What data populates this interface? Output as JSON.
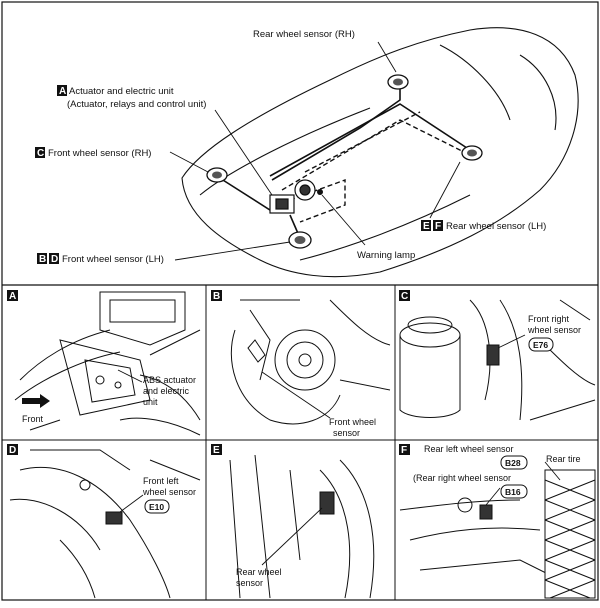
{
  "overview": {
    "rear_rh": "Rear wheel sensor (RH)",
    "actuator_letter": "A",
    "actuator_line1": "Actuator and electric unit",
    "actuator_line2": "(Actuator, relays and control unit)",
    "front_rh_letter": "C",
    "front_rh": "Front wheel sensor (RH)",
    "rear_lh_letters": [
      "E",
      "F"
    ],
    "rear_lh": "Rear wheel sensor (LH)",
    "front_lh_letters": [
      "B",
      "D"
    ],
    "front_lh": "Front wheel sensor (LH)",
    "warning_lamp": "Warning lamp"
  },
  "panels": {
    "A": {
      "letter": "A",
      "label_line1": "ABS actuator",
      "label_line2": "and electric",
      "label_line3": "unit",
      "front": "Front"
    },
    "B": {
      "letter": "B",
      "label_line1": "Front wheel",
      "label_line2": "sensor"
    },
    "C": {
      "letter": "C",
      "label_line1": "Front right",
      "label_line2": "wheel sensor",
      "connector": "E76"
    },
    "D": {
      "letter": "D",
      "label_line1": "Front left",
      "label_line2": "wheel sensor",
      "connector": "E10"
    },
    "E": {
      "letter": "E",
      "label_line1": "Rear wheel",
      "label_line2": "sensor"
    },
    "F": {
      "letter": "F",
      "label_line1": "Rear left wheel sensor",
      "connector1": "B28",
      "label_line2": "(Rear right wheel sensor",
      "connector2": "B16",
      "tire": "Rear tire"
    }
  }
}
